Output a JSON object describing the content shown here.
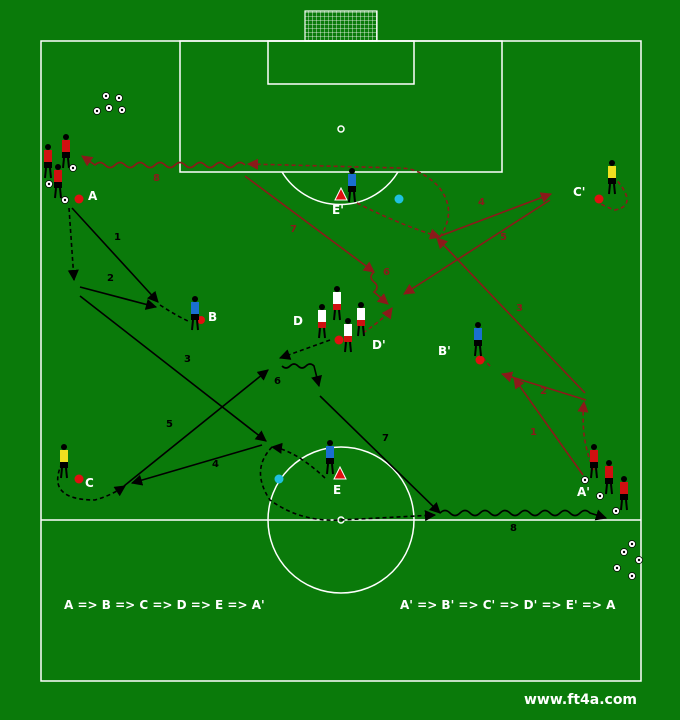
{
  "labels": {
    "A": "A",
    "B": "B",
    "C": "C",
    "D": "D",
    "E": "E",
    "A_prime": "A'",
    "B_prime": "B'",
    "C_prime": "C'",
    "D_prime": "D'",
    "E_prime": "E'"
  },
  "pass_numbers": {
    "black": [
      "1",
      "2",
      "3",
      "4",
      "5",
      "6",
      "7",
      "8"
    ],
    "red": [
      "1",
      "2",
      "3",
      "4",
      "5",
      "6",
      "7",
      "8"
    ]
  },
  "sequences": {
    "left": "A => B => C => D => E => A'",
    "right": "A' => B' => C' => D' => E' => A"
  },
  "website": "www.ft4a.com",
  "colors": {
    "pitch": "#0a7a0a",
    "lines": "#ffffff",
    "black_route": "#000000",
    "red_route": "#8b1a1a",
    "cone_red": "#e01010",
    "cone_cyan": "#20c0e0"
  }
}
